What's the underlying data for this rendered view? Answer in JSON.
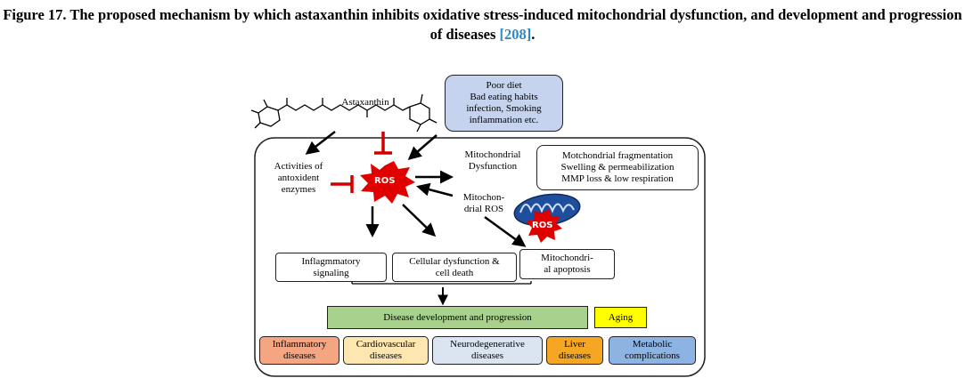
{
  "caption": {
    "text": "Figure 17. The proposed mechanism by which astaxanthin inhibits oxidative stress-induced mitochondrial dysfunction, and development and progression of diseases",
    "reference": "[208]",
    "end": "."
  },
  "nodes": {
    "astaxanthin": "Astaxanthin",
    "causes": [
      "Poor diet",
      "Bad eating habits",
      "infection, Smoking",
      "inflammation etc."
    ],
    "antioxidant_enzymes": [
      "Activities of",
      "antoxident",
      "enzymes"
    ],
    "ros": "ROS",
    "mito_dysfunction": [
      "Mitochondrial",
      "Dysfunction"
    ],
    "mito_effects": [
      "Motchondrial fragmentation",
      "Swelling & permeabilization",
      "MMP loss & low respiration"
    ],
    "mito_ros": [
      "Mitochon-",
      "drial ROS"
    ],
    "mito_ros_badge": "ROS",
    "inflammatory_signaling": [
      "Inflagmmatory",
      "signaling"
    ],
    "cell_death": [
      "Cellular dysfunction &",
      "cell death"
    ],
    "mito_apoptosis": [
      "Mitochondri-",
      "al apoptosis"
    ],
    "disease_dev": "Disease development and progression",
    "aging": "Aging",
    "diseases": [
      [
        "Inflammatory",
        "diseases"
      ],
      [
        "Cardiovascular",
        "diseases"
      ],
      [
        "Neurodegenerative",
        "diseases"
      ],
      [
        "Liver",
        "diseases"
      ],
      [
        "Metabolic",
        "complications"
      ]
    ]
  },
  "colors": {
    "causes_fill": "#c5d3ee",
    "disease_dev_fill": "#a9d18e",
    "aging_fill": "#ffff00",
    "inflammatory_fill": "#f4a582",
    "cardiovascular_fill": "#fde6b0",
    "neuro_fill": "#dbe5f1",
    "liver_fill": "#f5a623",
    "metabolic_fill": "#8db3e2",
    "inhibit": "#d00000",
    "ros_burst": "#e00000",
    "mitochondrion": "#1f4e9c",
    "reference_link": "#2a8ccf"
  }
}
